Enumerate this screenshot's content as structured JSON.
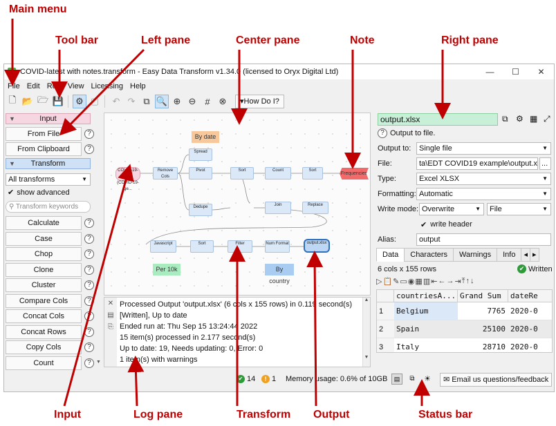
{
  "window": {
    "title": "COVID-latest with notes.transform - Easy Data Transform v1.34.0 (licensed to Oryx Digital Ltd)"
  },
  "menu": [
    "File",
    "Edit",
    "Run",
    "View",
    "Licensing",
    "Help"
  ],
  "toolbar": {
    "how_do_i": "How Do I?"
  },
  "left": {
    "input_header": "Input",
    "from_file": "From File",
    "from_clipboard": "From Clipboard",
    "transform_header": "Transform",
    "filter_combo": "All transforms",
    "show_advanced": "show advanced",
    "search_placeholder": "Transform keywords",
    "transforms": [
      "Calculate",
      "Case",
      "Chop",
      "Clone",
      "Cluster",
      "Compare Cols",
      "Concat Cols",
      "Concat Rows",
      "Copy Cols",
      "Count"
    ]
  },
  "center": {
    "notes": [
      "By date",
      "Per 10k",
      "By country",
      "Frequencies"
    ],
    "nodes": [
      "COVID-19-ge... (COVID-19-ge...",
      "Remove Cols",
      "Spread",
      "Pivot",
      "Sort",
      "Count",
      "Sort",
      "Dedupe",
      "Join",
      "Replace",
      "Javascript",
      "Sort",
      "Filter",
      "Num Format",
      "output.xlsx"
    ]
  },
  "log": {
    "lines": [
      "Processed Output 'output.xlsx' (6 cols x 155 rows) in 0.119 second(s)",
      "[Written], Up to date",
      "Ended run at: Thu Sep 15 13:24:44 2022",
      "15 item(s) processed in 2.177 second(s)",
      "Up to date: 19, Needs updating: 0, Error: 0",
      "1 item(s) with warnings"
    ]
  },
  "right": {
    "filename": "output.xlsx",
    "desc": "Output to file.",
    "output_to_label": "Output to:",
    "output_to_value": "Single file",
    "file_label": "File:",
    "file_value": "ta\\EDT COVID19 example\\output.xlsx",
    "file_browse": "...",
    "type_label": "Type:",
    "type_value": "Excel XLSX",
    "formatting_label": "Formatting:",
    "formatting_value": "Automatic",
    "write_mode_label": "Write mode:",
    "write_mode_value": "Overwrite",
    "write_mode_target": "File",
    "write_header": "write header",
    "alias_label": "Alias:",
    "alias_value": "output",
    "tabs": [
      "Data",
      "Characters",
      "Warnings",
      "Info"
    ],
    "dims": "6 cols x 155 rows",
    "written": "Written",
    "columns": [
      "countriesA...",
      "Grand Sum",
      "dateRe"
    ],
    "rows": [
      [
        "1",
        "Belgium",
        "7765",
        "2020-0"
      ],
      [
        "2",
        "Spain",
        "25100",
        "2020-0"
      ],
      [
        "3",
        "Italy",
        "28710",
        "2020-0"
      ]
    ]
  },
  "status": {
    "ok_count": "14",
    "warn_count": "1",
    "memory": "Memory usage: 0.6% of 10GB",
    "email": "Email us questions/feedback"
  },
  "annotations": {
    "main_menu": "Main menu",
    "tool_bar": "Tool bar",
    "left_pane": "Left pane",
    "center_pane": "Center pane",
    "note": "Note",
    "right_pane": "Right pane",
    "input": "Input",
    "log_pane": "Log pane",
    "transform": "Transform",
    "output": "Output",
    "status_bar": "Status bar"
  },
  "colors": {
    "annotation": "#c00000",
    "input_node": "#f6d6e0",
    "output_node": "#bcd6f4",
    "note_orange": "#f8c89a",
    "note_green": "#a8ecc0",
    "note_blue": "#a9cdf2",
    "frequencies": "#f26a6a"
  }
}
